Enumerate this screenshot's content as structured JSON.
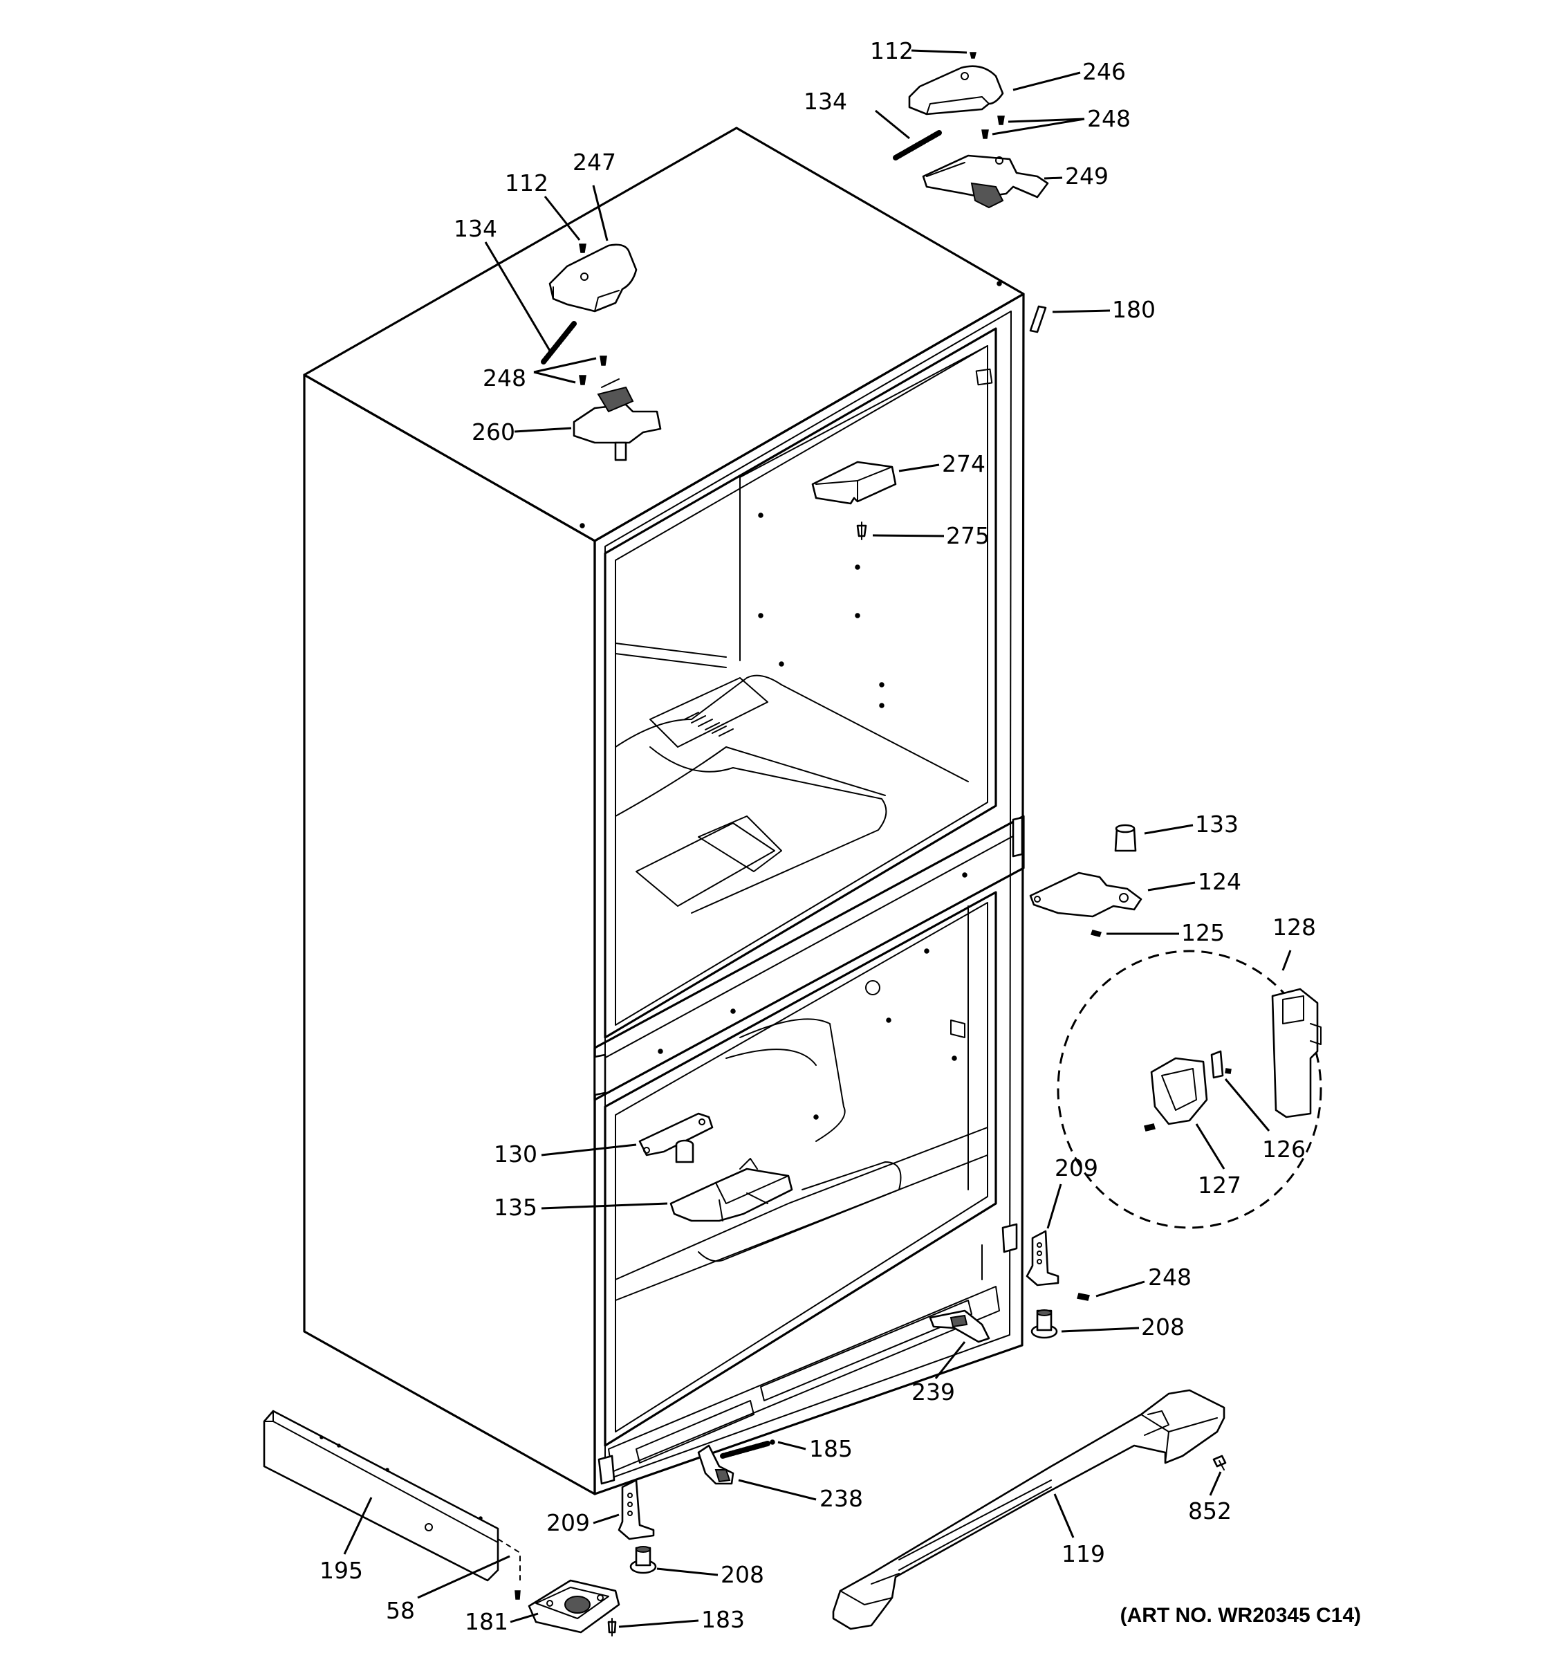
{
  "art_number": "(ART NO. WR20345 C14)",
  "callouts": [
    {
      "id": "c112a",
      "text": "112"
    },
    {
      "id": "c246",
      "text": "246"
    },
    {
      "id": "c134a",
      "text": "134"
    },
    {
      "id": "c248a",
      "text": "248"
    },
    {
      "id": "c249",
      "text": "249"
    },
    {
      "id": "c247",
      "text": "247"
    },
    {
      "id": "c112b",
      "text": "112"
    },
    {
      "id": "c134b",
      "text": "134"
    },
    {
      "id": "c180",
      "text": "180"
    },
    {
      "id": "c248b",
      "text": "248"
    },
    {
      "id": "c260",
      "text": "260"
    },
    {
      "id": "c274",
      "text": "274"
    },
    {
      "id": "c275",
      "text": "275"
    },
    {
      "id": "c133",
      "text": "133"
    },
    {
      "id": "c124",
      "text": "124"
    },
    {
      "id": "c125",
      "text": "125"
    },
    {
      "id": "c128",
      "text": "128"
    },
    {
      "id": "c126",
      "text": "126"
    },
    {
      "id": "c127",
      "text": "127"
    },
    {
      "id": "c130",
      "text": "130"
    },
    {
      "id": "c135",
      "text": "135"
    },
    {
      "id": "c209a",
      "text": "209"
    },
    {
      "id": "c248c",
      "text": "248"
    },
    {
      "id": "c208a",
      "text": "208"
    },
    {
      "id": "c239",
      "text": "239"
    },
    {
      "id": "c185",
      "text": "185"
    },
    {
      "id": "c238",
      "text": "238"
    },
    {
      "id": "c852",
      "text": "852"
    },
    {
      "id": "c119",
      "text": "119"
    },
    {
      "id": "c195",
      "text": "195"
    },
    {
      "id": "c209b",
      "text": "209"
    },
    {
      "id": "c208b",
      "text": "208"
    },
    {
      "id": "c58",
      "text": "58"
    },
    {
      "id": "c181",
      "text": "181"
    },
    {
      "id": "c183",
      "text": "183"
    }
  ]
}
